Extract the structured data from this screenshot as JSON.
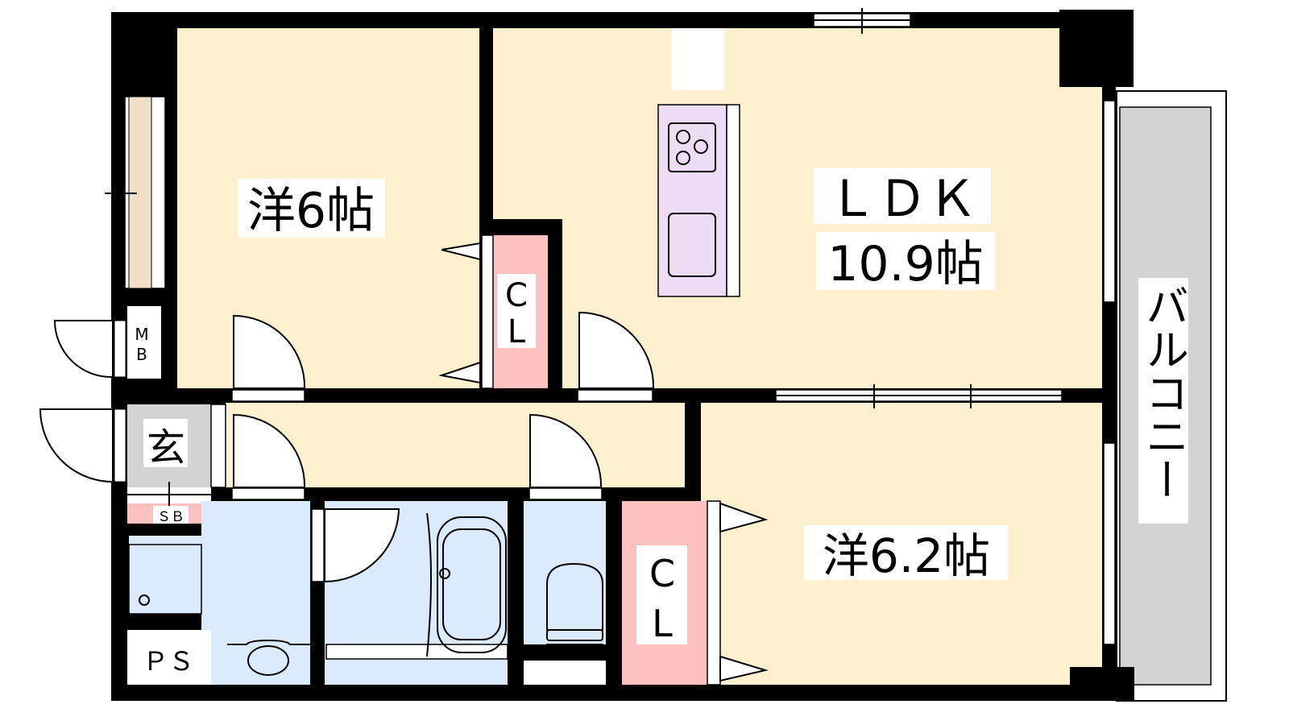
{
  "rooms": {
    "western1": {
      "label": "洋6帖"
    },
    "closet1": {
      "label_c": "C",
      "label_l": "L"
    },
    "ldk": {
      "label": "ＬＤＫ",
      "size": "10.9帖"
    },
    "balcony": {
      "label": "バルコニー"
    },
    "meter_box": {
      "label_m": "M",
      "label_b": "B"
    },
    "entrance": {
      "label": "玄"
    },
    "shoe_box": {
      "label": "ＳＢ"
    },
    "pipe_space": {
      "label": "ＰＳ"
    },
    "closet2": {
      "label_c": "C",
      "label_l": "L"
    },
    "western2": {
      "label": "洋6.2帖"
    }
  },
  "colors": {
    "room": "#fdf0cf",
    "closet": "#ffc0c0",
    "wet": "#dbeafe",
    "kitchen": "#eedcf5",
    "entrance": "#d3d3d3",
    "wall": "#000000"
  }
}
